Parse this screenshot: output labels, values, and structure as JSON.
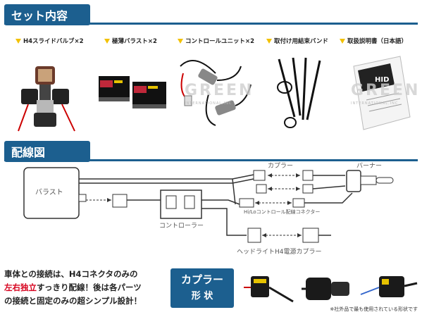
{
  "headers": {
    "set_contents": "セット内容",
    "wiring": "配線図"
  },
  "kit_items": [
    "H4スライドバルブ×2",
    "極薄バラスト×2",
    "コントロールユニット×2",
    "取付け用結束バンド",
    "取扱説明書（日本語）"
  ],
  "watermark": {
    "text": "GREEN",
    "sub": "INTERNATIONAL,INC"
  },
  "manual_cover": "HID",
  "wiring_labels": {
    "ballast": "バラスト",
    "coupler": "カプラー",
    "burner": "バーナー",
    "connector": "Hi/Loコントロール配線コネクター",
    "controller": "コントローラー",
    "headlight_coupler": "ヘッドライトH4電源カプラー"
  },
  "bottom_text": {
    "line1": "車体との接続は、H4コネクタのみの",
    "line2_red": "左右独立",
    "line2_rest": "すっきり配線！後は各パーツ",
    "line3": "の接続と固定のみの超シンプル設計！"
  },
  "coupler_shape": {
    "line1": "カプラー",
    "line2": "形 状"
  },
  "note": "※社外品で最も使用されている形状です",
  "colors": {
    "accent": "#1c5f8f",
    "highlight": "#d6001c",
    "marker": "#f2c100"
  }
}
